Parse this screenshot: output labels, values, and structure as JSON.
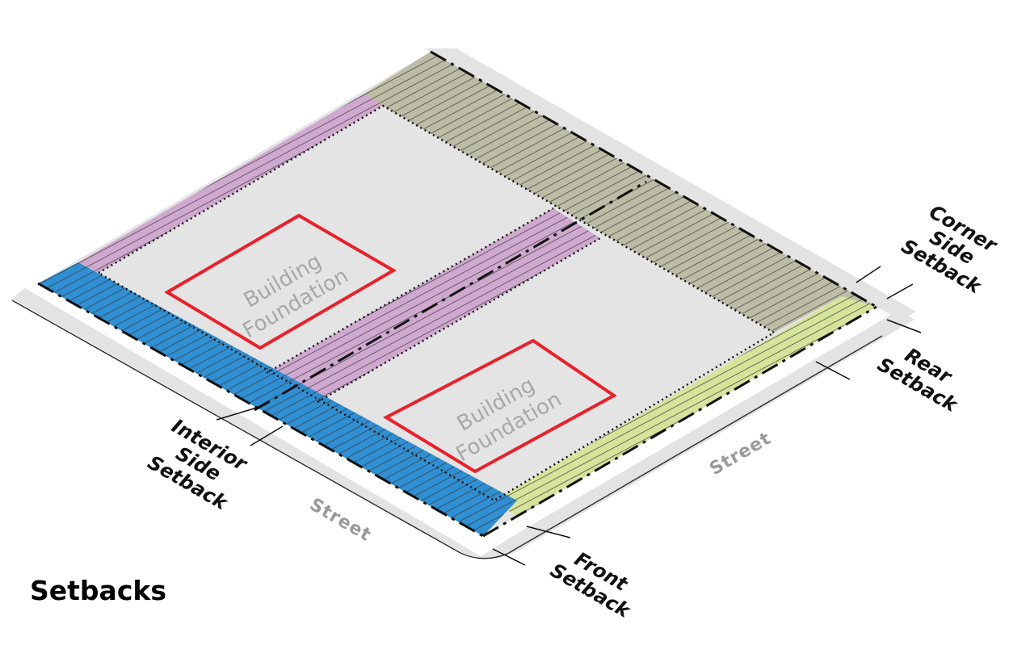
{
  "title": "Setbacks",
  "streets": {
    "left": "Street",
    "right": "Street"
  },
  "foundations": [
    {
      "line1": "Building",
      "line2": "Foundation"
    },
    {
      "line1": "Building",
      "line2": "Foundation"
    }
  ],
  "labels": {
    "interior_side": [
      "Interior",
      "Side",
      "Setback"
    ],
    "corner_side": [
      "Corner",
      "Side",
      "Setback"
    ],
    "rear": [
      "Rear",
      "Setback"
    ],
    "front": [
      "Front",
      "Setback"
    ]
  },
  "colors": {
    "lot": "#e4e4e4",
    "street": "#e3e3e3",
    "interior_side_setback": "#cfa8cf",
    "corner_side_setback": "#bdbda6",
    "front_setback": "#2f8fd2",
    "rear_setback": "#d6e39b",
    "foundation_outline": "#e8212b"
  }
}
